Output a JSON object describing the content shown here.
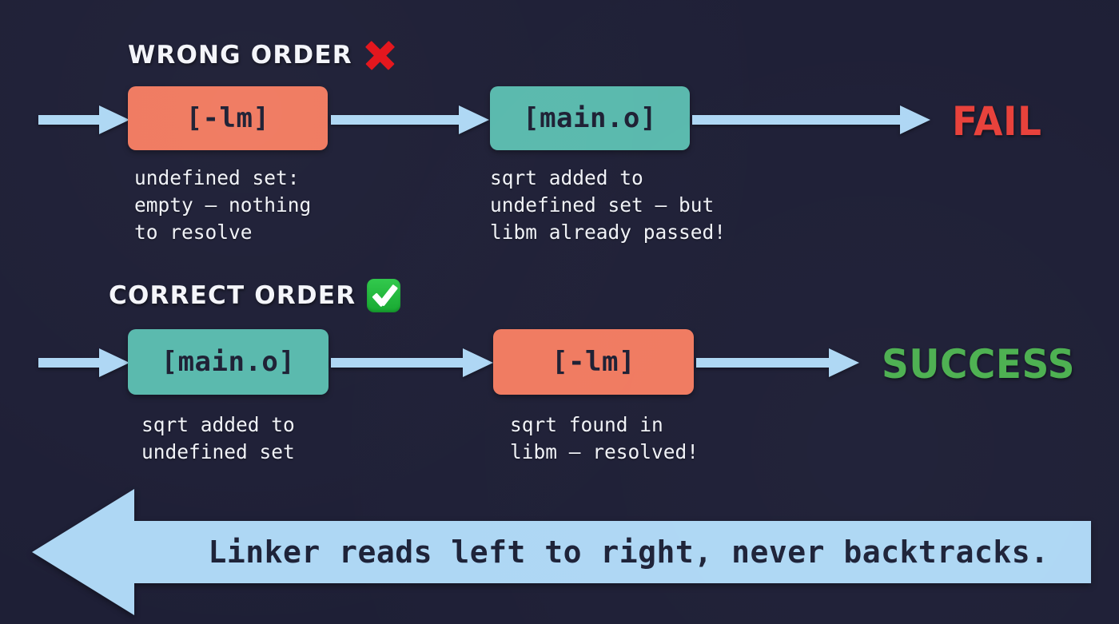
{
  "colors": {
    "background": "#1e1f36",
    "box_orange": "#f07a60",
    "box_teal": "#59b9ad",
    "arrow_blue": "#aed7f4",
    "fail_red": "#e8413a",
    "success_green": "#4cb050",
    "check_green": "#22b33c",
    "x_red": "#e4131a",
    "text_light": "#f0f2f7",
    "box_text_dark": "#1d1f33"
  },
  "sections": [
    {
      "heading": "WRONG ORDER",
      "status_icon": "cross-mark-icon",
      "nodes": [
        {
          "label": "[-lm]",
          "color": "orange",
          "caption": "undefined set:\nempty — nothing\nto resolve"
        },
        {
          "label": "[main.o]",
          "color": "teal",
          "caption": "sqrt added to\nundefined set — but\nlibm already passed!"
        }
      ],
      "outcome": "FAIL",
      "outcome_kind": "fail"
    },
    {
      "heading": "CORRECT ORDER",
      "status_icon": "check-mark-icon",
      "nodes": [
        {
          "label": "[main.o]",
          "color": "teal",
          "caption": "sqrt added to\nundefined set"
        },
        {
          "label": "[-lm]",
          "color": "orange",
          "caption": "sqrt found in\nlibm — resolved!"
        }
      ],
      "outcome": "SUCCESS",
      "outcome_kind": "success"
    }
  ],
  "banner": {
    "text": "Linker reads left to right, never backtracks.",
    "direction": "left"
  }
}
